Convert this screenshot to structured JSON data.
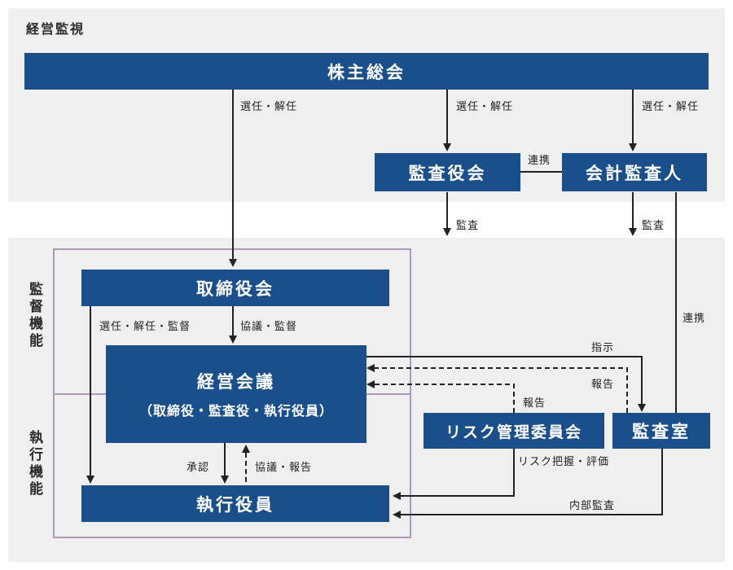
{
  "colors": {
    "node_fill": "#1a4f8b",
    "panel_bg": "#efefef",
    "frame": "#a99bb8",
    "line": "#222222"
  },
  "sections": {
    "top_title": "経営監視",
    "supervision": "監督機能",
    "execution": "執行機能"
  },
  "nodes": {
    "shareholders_meeting": "株主総会",
    "audit_board": "監査役会",
    "accounting_auditor": "会計監査人",
    "board_of_directors": "取締役会",
    "management_meeting_title": "経営会議",
    "management_meeting_sub": "（取締役・監査役・執行役員）",
    "risk_committee": "リスク管理委員会",
    "internal_audit_office": "監査室",
    "executive_officers": "執行役員"
  },
  "edge_labels": {
    "appoint_dismiss_board": "選任・解任",
    "appoint_dismiss_audit_board": "選任・解任",
    "appoint_dismiss_auditor": "選任・解任",
    "cooperation_top": "連携",
    "audit_from_audit_board": "監査",
    "audit_from_auditor": "監査",
    "cooperation_right": "連携",
    "appoint_dismiss_supervise": "選任・解任・監督",
    "consult_supervise": "協議・監督",
    "instruction": "指示",
    "report_from_office": "報告",
    "report_from_committee": "報告",
    "approval": "承認",
    "consult_report": "協議・報告",
    "risk_assessment": "リスク把握・評価",
    "internal_audit": "内部監査"
  }
}
